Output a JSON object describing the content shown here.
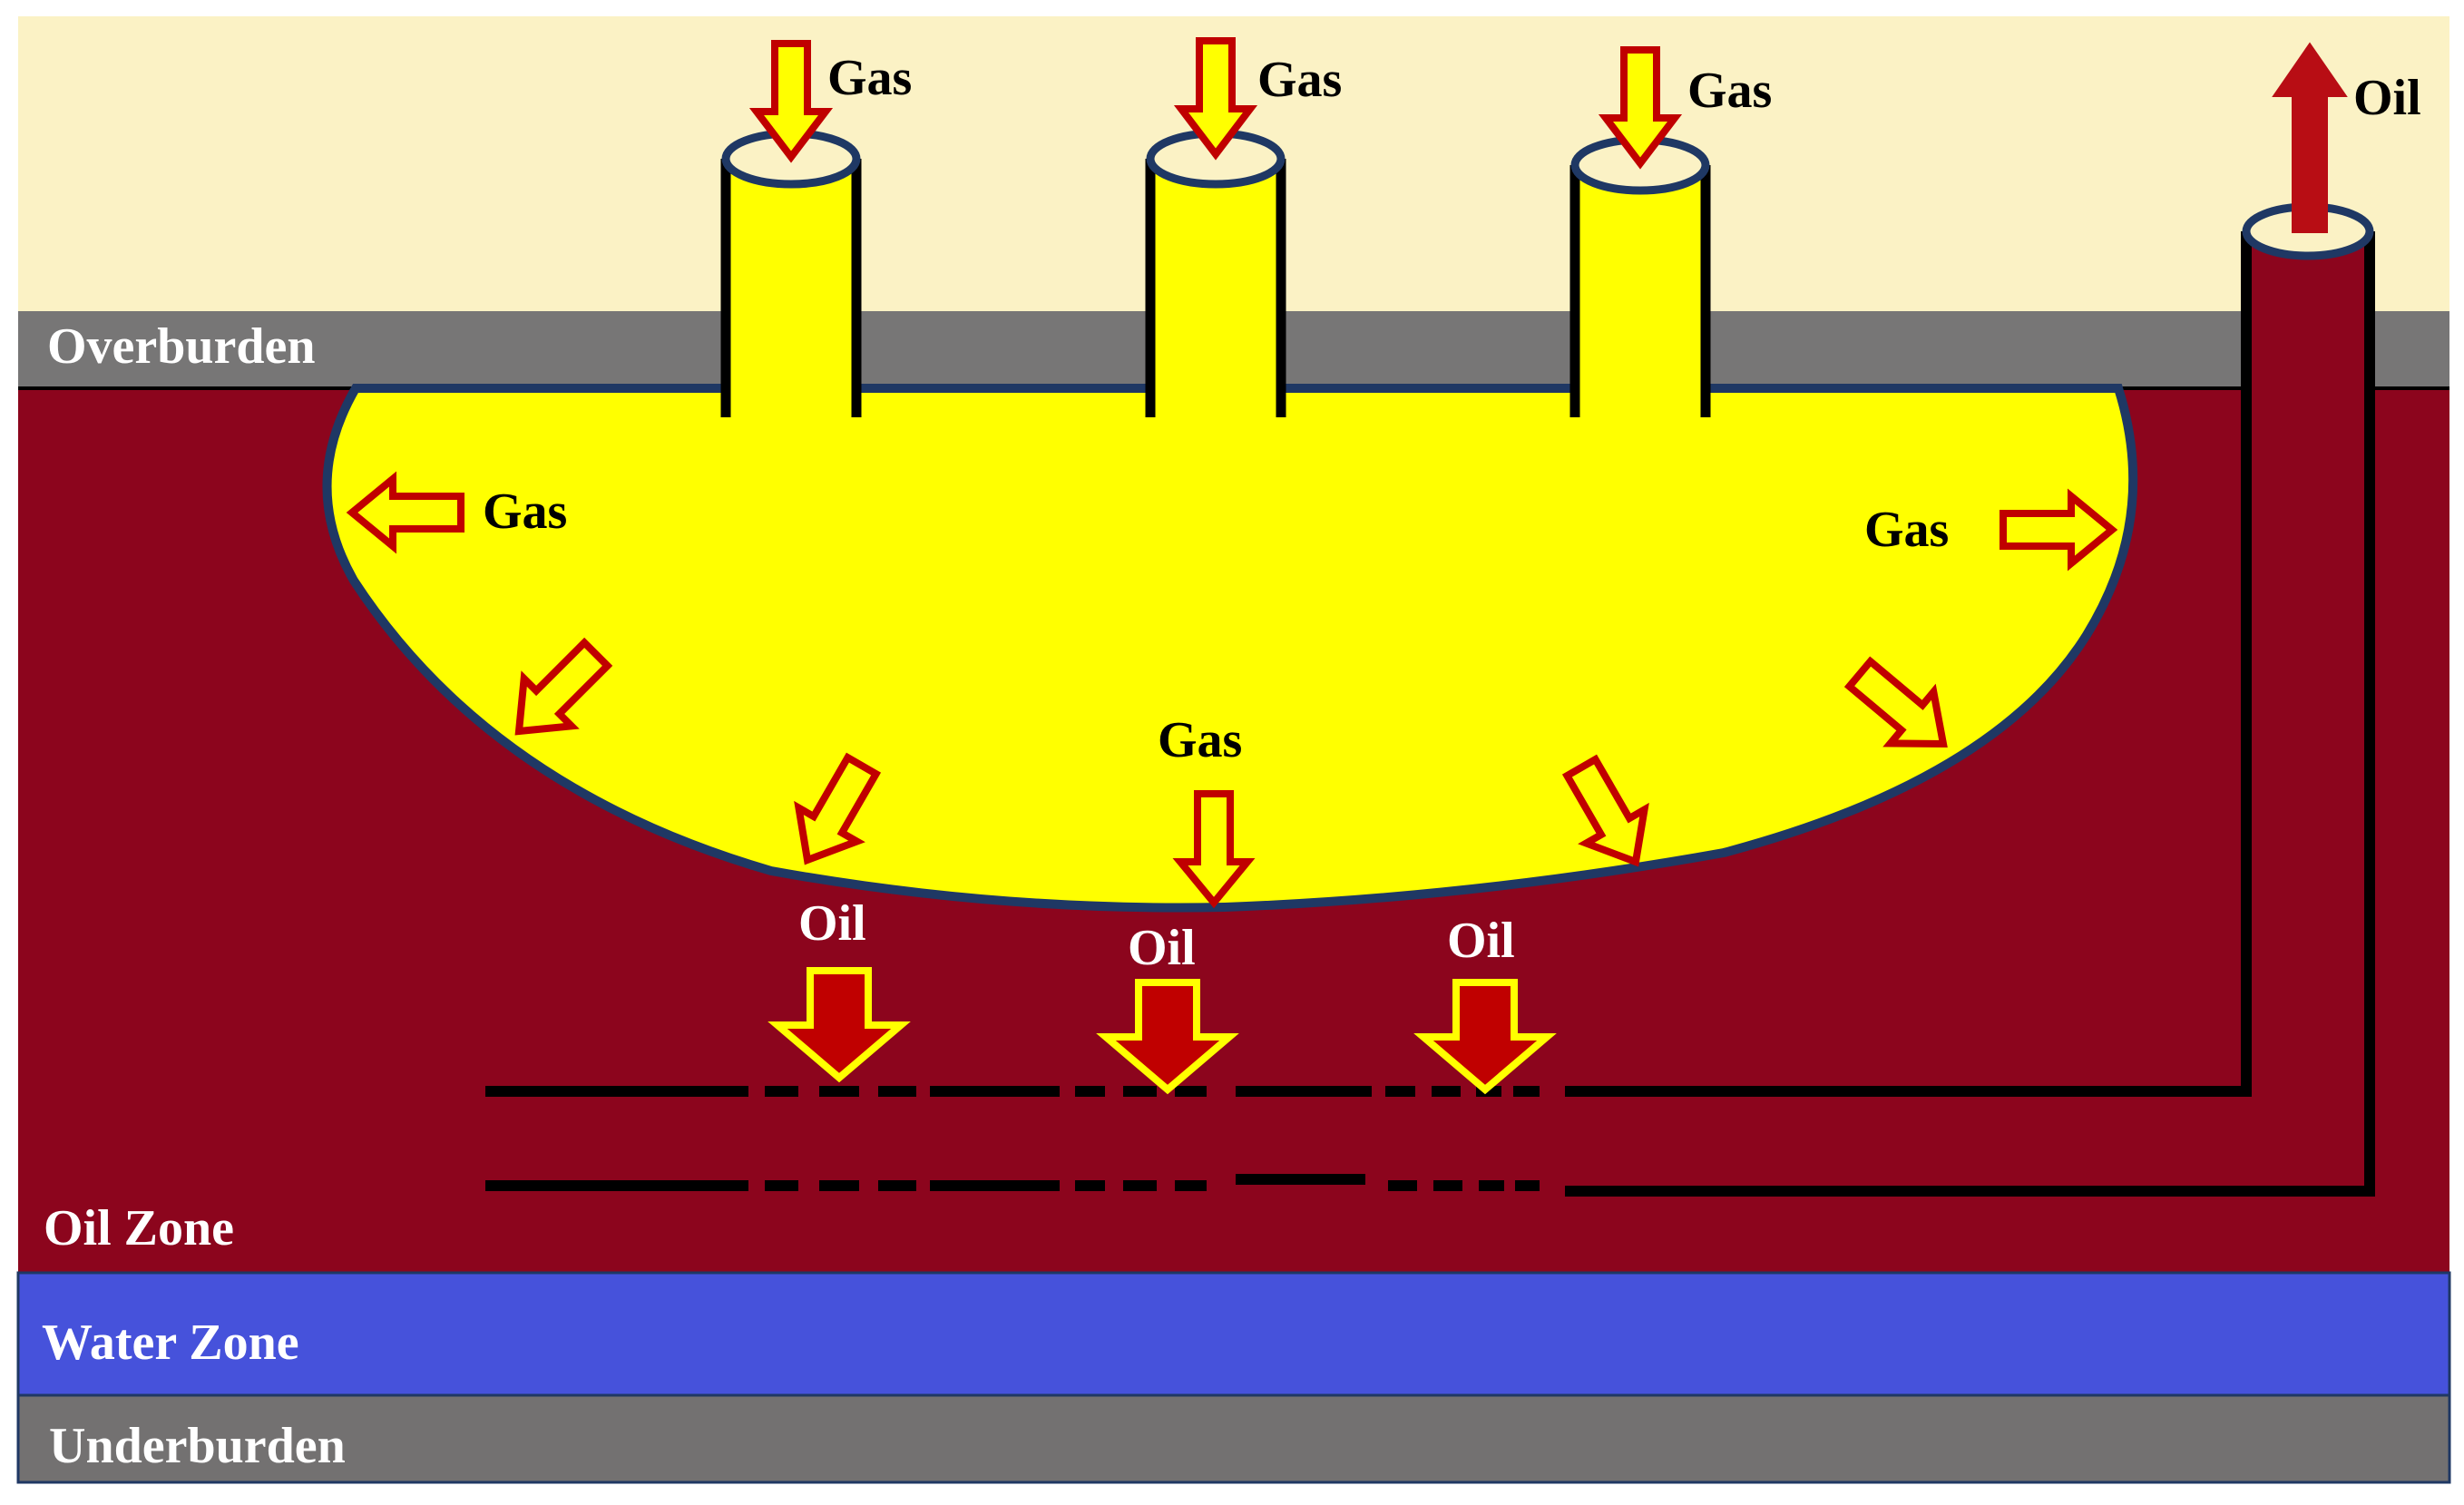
{
  "layers": {
    "overburden": "Overburden",
    "oil_zone": "Oil Zone",
    "water_zone": "Water Zone",
    "underburden": "Underburden"
  },
  "wells": {
    "injector_label": "Gas",
    "producer_label": "Oil"
  },
  "chamber_flow": {
    "left": "Gas",
    "right": "Gas",
    "bottom": "Gas"
  },
  "drainage": {
    "left": "Oil",
    "center": "Oil",
    "right": "Oil"
  },
  "colors": {
    "sky": "#fbf2c5",
    "overburden": "#777676",
    "oil_zone": "#8c051d",
    "gas_chamber": "#ffff00",
    "chamber_outline": "#1f3864",
    "water_zone": "#4652db",
    "underburden": "#737171",
    "arrow_red": "#c00000",
    "arrow_dark_red": "#b80d14"
  },
  "icons": {
    "injection_arrow": "down-arrow-yellow-red-outline",
    "production_arrow": "up-arrow-red",
    "gas_flow_arrow": "hollow-arrow-red-outline",
    "oil_drainage_arrow": "down-arrow-red-yellow-outline"
  }
}
